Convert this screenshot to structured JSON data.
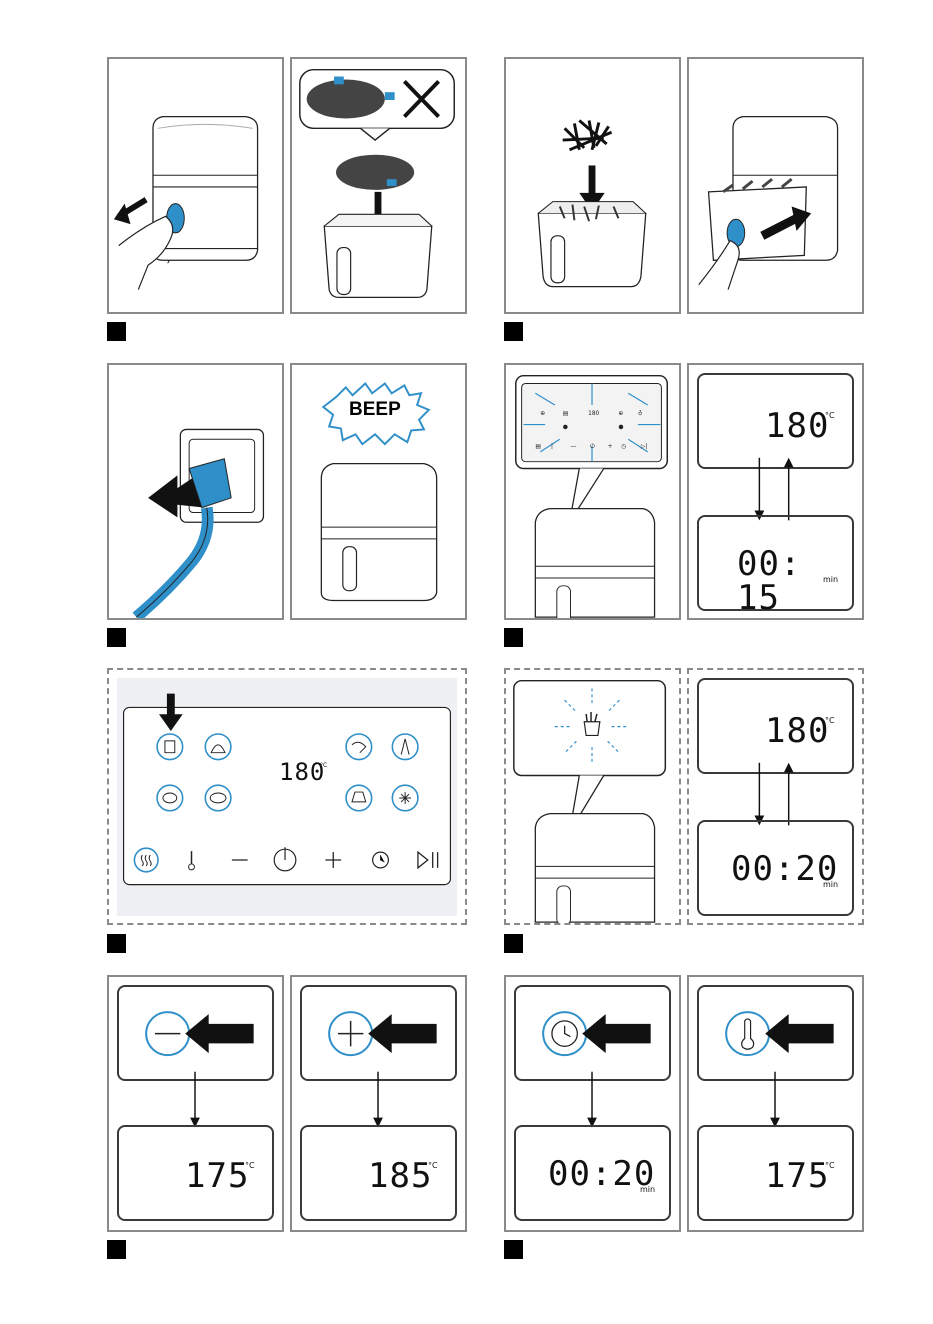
{
  "steps": [
    {
      "id": "1",
      "label": ""
    },
    {
      "id": "2",
      "label": ""
    },
    {
      "id": "3",
      "label": ""
    },
    {
      "id": "4",
      "label": ""
    },
    {
      "id": "5",
      "label": ""
    },
    {
      "id": "6",
      "label": ""
    },
    {
      "id": "7",
      "label": ""
    },
    {
      "id": "8",
      "label": ""
    }
  ],
  "beep": "BEEP",
  "displays": {
    "temp_180": "180",
    "time_015": "00: 15",
    "time_020": "00:20",
    "temp_175": "175",
    "temp_185": "185",
    "unit_c": "°C",
    "unit_min": "min"
  },
  "control_panel": {
    "temp": "180",
    "unit": "°C",
    "minus": "—",
    "plus": "+",
    "play": "▷||"
  },
  "colors": {
    "accent": "#2f8fc9",
    "frame": "#8a8a8a",
    "line": "#222222"
  },
  "icons": [
    "arrow-icon",
    "hand-icon",
    "air-fryer-icon",
    "crisper-plate-icon",
    "fries-icon",
    "plug-icon",
    "socket-icon",
    "thermometer-icon",
    "clock-icon",
    "power-icon",
    "snowflake-icon",
    "preset-icon"
  ]
}
